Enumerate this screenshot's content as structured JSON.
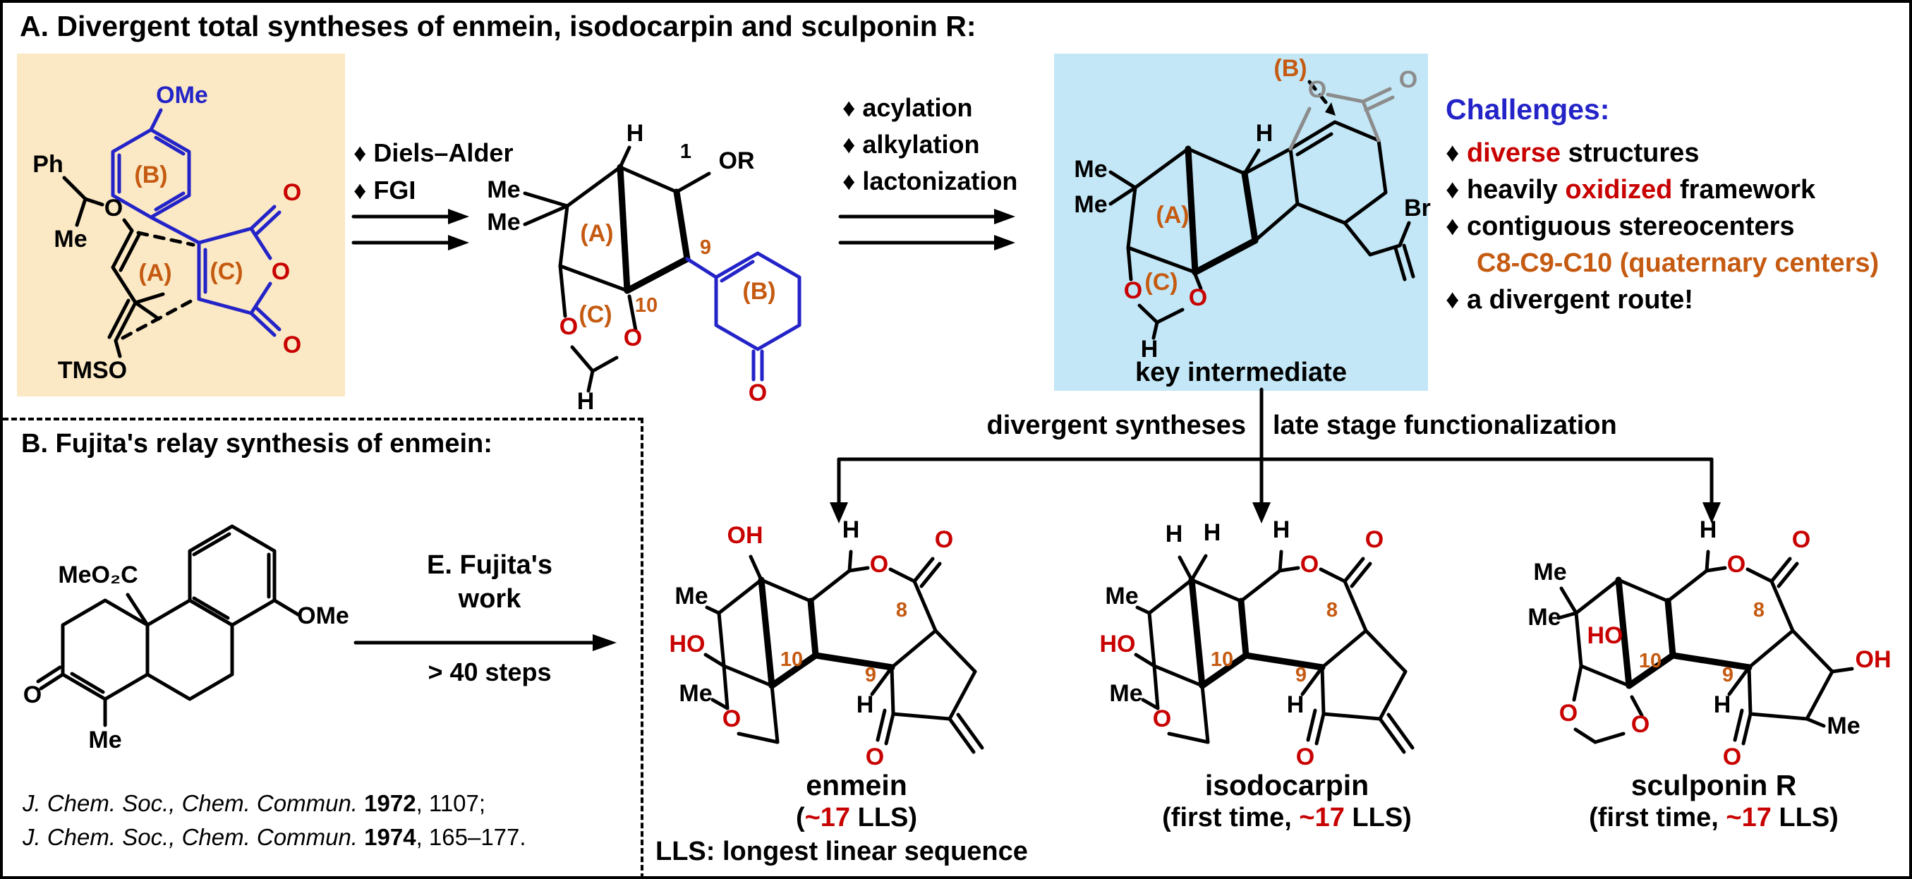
{
  "colors": {
    "structure_blue": "#2323c8",
    "highlight_red": "#c80000",
    "label_orange": "#c55a11",
    "lactone_gray": "#8c8c8c",
    "start_material_bg": "#fbe9c5",
    "key_intermediate_bg": "#c3e7f6"
  },
  "panel_a": {
    "title": "A. Divergent total syntheses of enmein, isodocarpin and sculponin R:",
    "step1_line1": "♦ Diels–Alder",
    "step1_line2": "♦ FGI",
    "step2_line1": "♦ acylation",
    "step2_line2": "♦ alkylation",
    "step2_line3": "♦ lactonization",
    "key_intermediate_caption": "key intermediate",
    "challenges": {
      "title": "Challenges:",
      "item1_pre": "♦ ",
      "item1_hl": "diverse",
      "item1_post": " structures",
      "item2_pre": "♦ heavily ",
      "item2_hl": "oxidized",
      "item2_post": " framework",
      "item3": "♦ contiguous stereocenters",
      "item4": "C8-C9-C10 (quaternary centers)",
      "item5": "♦ a divergent route!"
    },
    "divergent_left": "divergent syntheses",
    "divergent_right": "late stage functionalization"
  },
  "panel_b": {
    "title": "B. Fujita's relay synthesis of enmein:",
    "arrow_label_line1": "E. Fujita's",
    "arrow_label_line2": "work",
    "arrow_sublabel": "> 40 steps",
    "ref1_journal": "J. Chem. Soc., Chem. Commun.",
    "ref1_year": " 1972",
    "ref1_rest": ", 1107;",
    "ref2_journal": "J. Chem. Soc., Chem. Commun.",
    "ref2_year": " 1974",
    "ref2_rest": ", 165–177."
  },
  "structures": {
    "start_material": {
      "ome": "OMe",
      "ring_b": "(B)",
      "ring_c": "(C)",
      "ring_a": "(A)",
      "ph": "Ph",
      "me": "Me",
      "o_ether": "O",
      "tmso": "TMSO",
      "o_top": "O",
      "o_ring": "O",
      "o_bot": "O"
    },
    "adduct": {
      "me1": "Me",
      "me2": "Me",
      "h_top": "H",
      "n1": "1",
      "or_label": "OR",
      "ring_a": "(A)",
      "ring_b": "(B)",
      "ring_c": "(C)",
      "n9": "9",
      "n10": "10",
      "o_left": "O",
      "o_right": "O",
      "h_bot": "H",
      "o_ketone": "O"
    },
    "key_intermediate": {
      "ring_b": "(B)",
      "me1": "Me",
      "me2": "Me",
      "h_top": "H",
      "ring_a": "(A)",
      "ring_c": "(C)",
      "o_left": "O",
      "o_right": "O",
      "h_bot": "H",
      "o_lactone_ring": "O",
      "o_lactone": "O",
      "br": "Br"
    },
    "fujita_sm": {
      "ester": "MeO₂C",
      "ome": "OMe",
      "o_ketone": "O",
      "me": "Me"
    },
    "enmein": {
      "oh": "OH",
      "h_top": "H",
      "o_lac_ring": "O",
      "o_lac": "O",
      "n8": "8",
      "me1": "Me",
      "ho": "HO",
      "n10": "10",
      "n9": "9",
      "h9": "H",
      "me2": "Me",
      "o_ring": "O",
      "o_ketone": "O"
    },
    "isodocarpin": {
      "h1": "H",
      "h2": "H",
      "h_top": "H",
      "o_lac_ring": "O",
      "o_lac": "O",
      "n8": "8",
      "me1": "Me",
      "ho": "HO",
      "n10": "10",
      "n9": "9",
      "h9": "H",
      "me2": "Me",
      "o_ring": "O",
      "o_ketone": "O"
    },
    "sculponin": {
      "me1": "Me",
      "me2": "Me",
      "h_top": "H",
      "o_lac_ring": "O",
      "o_lac": "O",
      "n8": "8",
      "ho": "HO",
      "n10": "10",
      "n9": "9",
      "h9": "H",
      "o_d1": "O",
      "o_d2": "O",
      "oh": "OH",
      "me3": "Me",
      "o_ketone": "O"
    }
  },
  "products": [
    {
      "name": "enmein",
      "cap_pre": "(",
      "cap_hl": "~17",
      "cap_post": " LLS)"
    },
    {
      "name": "isodocarpin",
      "cap_pre": "(first time, ",
      "cap_hl": "~17",
      "cap_post": " LLS)"
    },
    {
      "name": "sculponin R",
      "cap_pre": "(first time, ",
      "cap_hl": "~17",
      "cap_post": " LLS)"
    }
  ],
  "footnote": "LLS: longest linear sequence"
}
